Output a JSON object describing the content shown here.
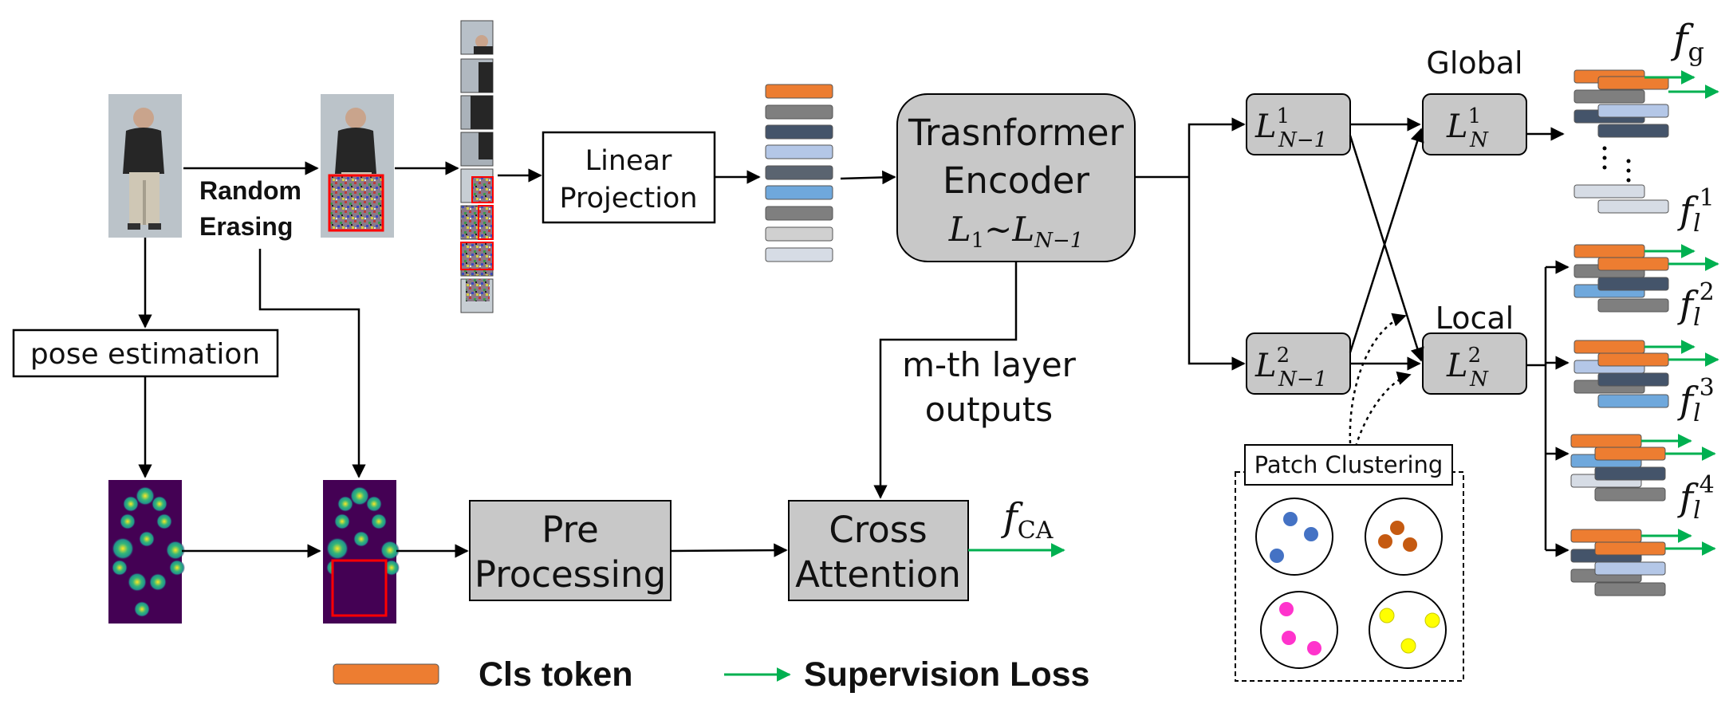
{
  "augmentation": {
    "line1": "Random",
    "line2": "Erasing"
  },
  "pose_estimation": "pose estimation",
  "linear_projection": {
    "line1": "Linear",
    "line2": "Projection"
  },
  "encoder": {
    "line1": "Trasnformer",
    "line2": "Encoder",
    "layers_base": "L",
    "layers_from_sub": "1",
    "tilde": "~",
    "layers_to_sub": "N−1"
  },
  "mth_layer": {
    "line1": "m-th layer",
    "line2": "outputs"
  },
  "pre_processing": {
    "line1": "Pre",
    "line2": "Processing"
  },
  "cross_attention": {
    "line1": "Cross",
    "line2": "Attention"
  },
  "f_ca": {
    "base": "f",
    "sub": "CA"
  },
  "branches": {
    "global_label": "Global",
    "local_label": "Local",
    "layer_base": "L",
    "ln1_prev": {
      "sup": "1",
      "sub": "N−1"
    },
    "ln2_prev": {
      "sup": "2",
      "sub": "N−1"
    },
    "ln1": {
      "sup": "1",
      "sub": "N"
    },
    "ln2": {
      "sup": "2",
      "sub": "N"
    }
  },
  "outputs": {
    "f_g": {
      "base": "f",
      "sub": "g"
    },
    "f_l1": {
      "base": "f",
      "sub": "l",
      "sup": "1"
    },
    "f_l2": {
      "base": "f",
      "sub": "l",
      "sup": "2"
    },
    "f_l3": {
      "base": "f",
      "sub": "l",
      "sup": "3"
    },
    "f_l4": {
      "base": "f",
      "sub": "l",
      "sup": "4"
    }
  },
  "patch_clustering": "Patch Clustering",
  "legend": {
    "cls_token": "Cls token",
    "supervision_loss": "Supervision Loss"
  },
  "colors": {
    "cls_token": "#ed7d31",
    "supervision": "#00b050",
    "module_fill": "#c8c8c8",
    "token_gray": "#7f7f7f",
    "token_navy": "#44546a",
    "token_lightblue": "#b4c7e7",
    "token_blue": "#6fa8dc",
    "token_pale": "#d6dce5",
    "heatmap_bg": "#440154",
    "cluster_blue": "#4472c4",
    "cluster_brown": "#c55a11",
    "cluster_magenta": "#ff33cc",
    "cluster_yellow": "#ffff00"
  }
}
